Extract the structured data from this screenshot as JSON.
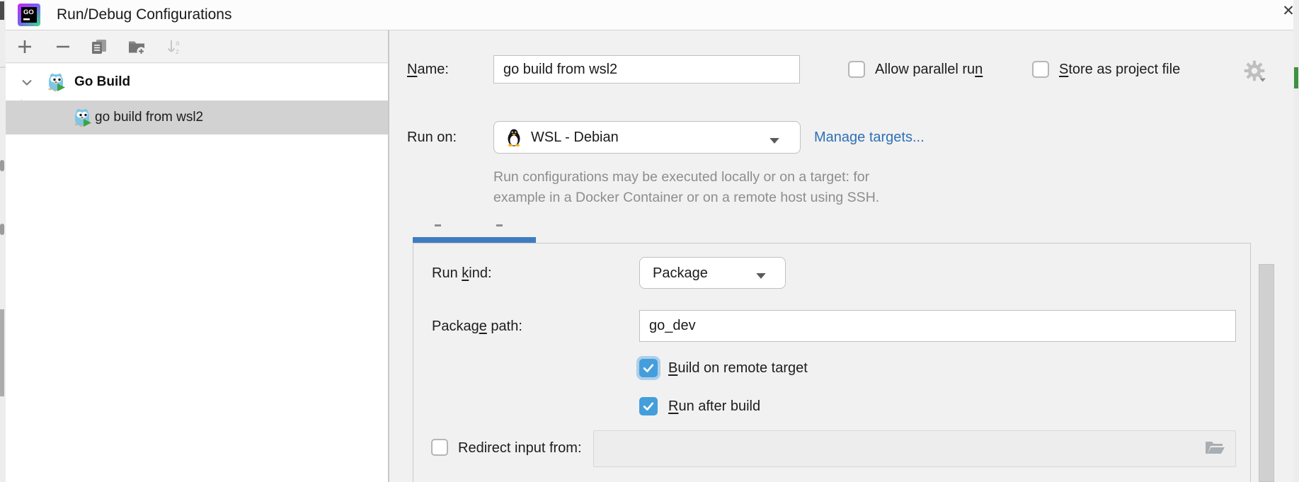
{
  "window": {
    "title": "Run/Debug Configurations",
    "close_glyph": "✕"
  },
  "toolbar": {
    "buttons": [
      "add",
      "remove",
      "copy",
      "new-folder",
      "sort-alphabetically"
    ]
  },
  "tree": {
    "root_label": "Go Build",
    "child_label": "go build from wsl2",
    "child_selected": true
  },
  "form": {
    "name_label": {
      "pre": "",
      "mn": "N",
      "post": "ame:"
    },
    "name_value": "go build from wsl2",
    "allow_parallel_label": {
      "pre": "Allow parallel ru",
      "mn": "n",
      "post": ""
    },
    "store_project_label": {
      "pre": "",
      "mn": "S",
      "post": "tore as project file"
    },
    "run_on_label": "Run on:",
    "run_on_value": "WSL - Debian",
    "manage_targets_label": "Manage targets...",
    "help_line1": "Run configurations may be executed locally or on a target: for",
    "help_line2": "example in a Docker Container or on a remote host using SSH.",
    "run_kind_label": {
      "pre": "Run ",
      "mn": "k",
      "post": "ind:"
    },
    "run_kind_value": "Package",
    "package_path_label": {
      "pre": "Packag",
      "mn": "e",
      "post": " path:"
    },
    "package_path_value": "go_dev",
    "build_remote_label": {
      "pre": "",
      "mn": "B",
      "post": "uild on remote target"
    },
    "run_after_label": {
      "pre": "",
      "mn": "R",
      "post": "un after build"
    },
    "redirect_label": "Redirect input from:",
    "redirect_value": "",
    "checkbox_states": {
      "allow_parallel_run": false,
      "store_as_project_file": false,
      "build_on_remote_target": true,
      "run_after_build": true,
      "redirect_input_from": false
    }
  },
  "icons": [
    "goland-logo",
    "close",
    "add",
    "remove",
    "copy",
    "new-folder",
    "sort-alphabetically",
    "chevron-down",
    "gopher-run",
    "linux-tux",
    "dropdown-arrow",
    "gear",
    "open-folder"
  ],
  "colors": {
    "accent_tab_blue": "#3e7cc1",
    "checkbox_blue": "#459edc",
    "link_blue": "#2e71b5",
    "selection_gray": "#d2d2d2",
    "panel_bg": "#f1f1f1"
  }
}
